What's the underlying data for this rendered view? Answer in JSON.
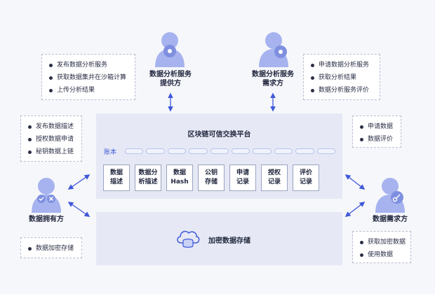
{
  "colors": {
    "accent": "#3f58d8",
    "avatar_fill": "#a6b3ee",
    "panel": "#e6e9f5",
    "dashed_border": "#b9bed0"
  },
  "roles": {
    "provider": {
      "line1": "数据分析服务",
      "line2": "提供方",
      "icon": "gear-icon"
    },
    "demander": {
      "line1": "数据分析服务",
      "line2": "需求方",
      "icon": "gear-icon"
    },
    "owner": {
      "line1": "数据拥有方",
      "icon": "check-icon"
    },
    "consumer": {
      "line1": "数据需求方",
      "icon": "key-icon"
    }
  },
  "boxes": {
    "provider": [
      "发布数据分析服务",
      "获取数据集并在沙箱计算",
      "上传分析结果"
    ],
    "demander": [
      "申请数据分析服务",
      "获取分析结果",
      "数据分析服务评价"
    ],
    "owner_top": [
      "发布数据描述",
      "授权数据申请",
      "秘钥数据上链"
    ],
    "owner_bottom": [
      "数据加密存储"
    ],
    "consumer_top": [
      "申请数据",
      "数据评价"
    ],
    "consumer_bottom": [
      "获取加密数据",
      "使用数据"
    ]
  },
  "platform": {
    "title": "区块链可信交换平台",
    "ledger_label": "账本",
    "blocks": [
      "数据\n描述",
      "数据分\n析描述",
      "数据\nHash",
      "公钥\n存储",
      "申请\n记录",
      "授权\n记录",
      "评价\n记录"
    ]
  },
  "storage": {
    "label": "加密数据存储",
    "icon": "cloud-database-icon"
  }
}
